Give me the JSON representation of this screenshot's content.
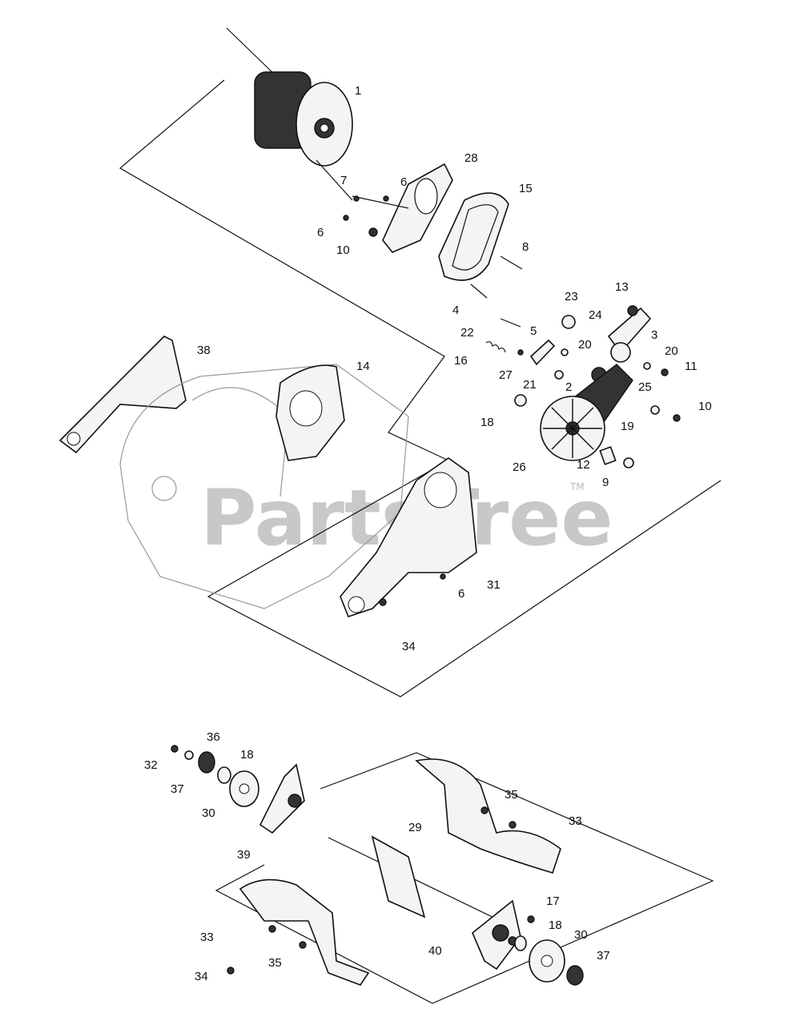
{
  "watermark": {
    "text": "PartsTree",
    "tm": "TM"
  },
  "callouts": [
    {
      "id": "c1",
      "text": "1"
    },
    {
      "id": "c28",
      "text": "28"
    },
    {
      "id": "c7",
      "text": "7"
    },
    {
      "id": "c6a",
      "text": "6"
    },
    {
      "id": "c15",
      "text": "15"
    },
    {
      "id": "c6b",
      "text": "6"
    },
    {
      "id": "c10a",
      "text": "10"
    },
    {
      "id": "c8",
      "text": "8"
    },
    {
      "id": "c4",
      "text": "4"
    },
    {
      "id": "c23",
      "text": "23"
    },
    {
      "id": "c13",
      "text": "13"
    },
    {
      "id": "c24",
      "text": "24"
    },
    {
      "id": "c22",
      "text": "22"
    },
    {
      "id": "c5",
      "text": "5"
    },
    {
      "id": "c3",
      "text": "3"
    },
    {
      "id": "c20a",
      "text": "20"
    },
    {
      "id": "c20b",
      "text": "20"
    },
    {
      "id": "c16",
      "text": "16"
    },
    {
      "id": "c11",
      "text": "11"
    },
    {
      "id": "c27",
      "text": "27"
    },
    {
      "id": "c21",
      "text": "21"
    },
    {
      "id": "c2",
      "text": "2"
    },
    {
      "id": "c25",
      "text": "25"
    },
    {
      "id": "c38",
      "text": "38"
    },
    {
      "id": "c14",
      "text": "14"
    },
    {
      "id": "c18a",
      "text": "18"
    },
    {
      "id": "c10b",
      "text": "10"
    },
    {
      "id": "c19",
      "text": "19"
    },
    {
      "id": "c26",
      "text": "26"
    },
    {
      "id": "c12",
      "text": "12"
    },
    {
      "id": "c9",
      "text": "9"
    },
    {
      "id": "c31",
      "text": "31"
    },
    {
      "id": "c6c",
      "text": "6"
    },
    {
      "id": "c34a",
      "text": "34"
    },
    {
      "id": "c36",
      "text": "36"
    },
    {
      "id": "c32",
      "text": "32"
    },
    {
      "id": "c18b",
      "text": "18"
    },
    {
      "id": "c37a",
      "text": "37"
    },
    {
      "id": "c30a",
      "text": "30"
    },
    {
      "id": "c35a",
      "text": "35"
    },
    {
      "id": "c33a",
      "text": "33"
    },
    {
      "id": "c39",
      "text": "39"
    },
    {
      "id": "c29",
      "text": "29"
    },
    {
      "id": "c17",
      "text": "17"
    },
    {
      "id": "c18c",
      "text": "18"
    },
    {
      "id": "c33b",
      "text": "33"
    },
    {
      "id": "c30b",
      "text": "30"
    },
    {
      "id": "c40",
      "text": "40"
    },
    {
      "id": "c37b",
      "text": "37"
    },
    {
      "id": "c34b",
      "text": "34"
    },
    {
      "id": "c35b",
      "text": "35"
    }
  ]
}
